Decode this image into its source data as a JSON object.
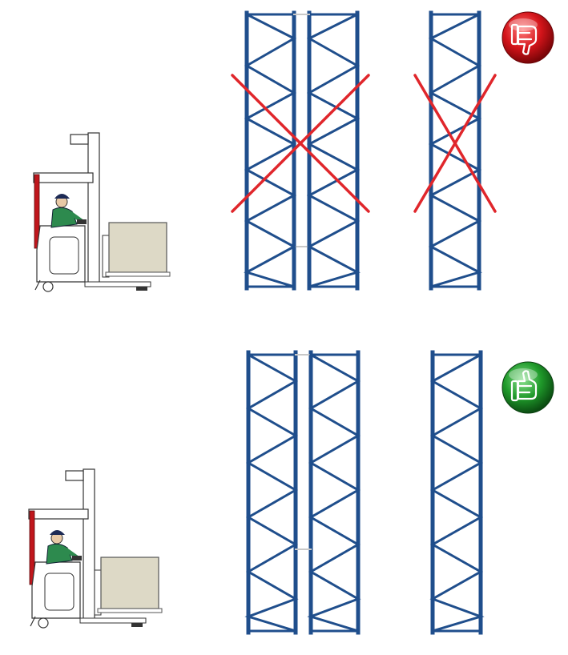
{
  "colors": {
    "background": "#ffffff",
    "rack_frame": "#1f4e8c",
    "cross_mark": "#e0262b",
    "thumbs_down_badge": "#d4141a",
    "thumbs_up_badge": "#1f9a2a",
    "pallet": "#ddd9c6",
    "operator_shirt": "#2d8a4e",
    "mast_red": "#c0161c"
  },
  "icons": {
    "bad": "thumbs-down-icon",
    "good": "thumbs-up-icon",
    "cross": "red-x-mark",
    "forklift": "reach-truck-illustration"
  },
  "scenarios": [
    {
      "id": "incorrect",
      "verdict_icon": "thumbs-down-icon",
      "crossed_out": true
    },
    {
      "id": "correct",
      "verdict_icon": "thumbs-up-icon",
      "crossed_out": false
    }
  ]
}
